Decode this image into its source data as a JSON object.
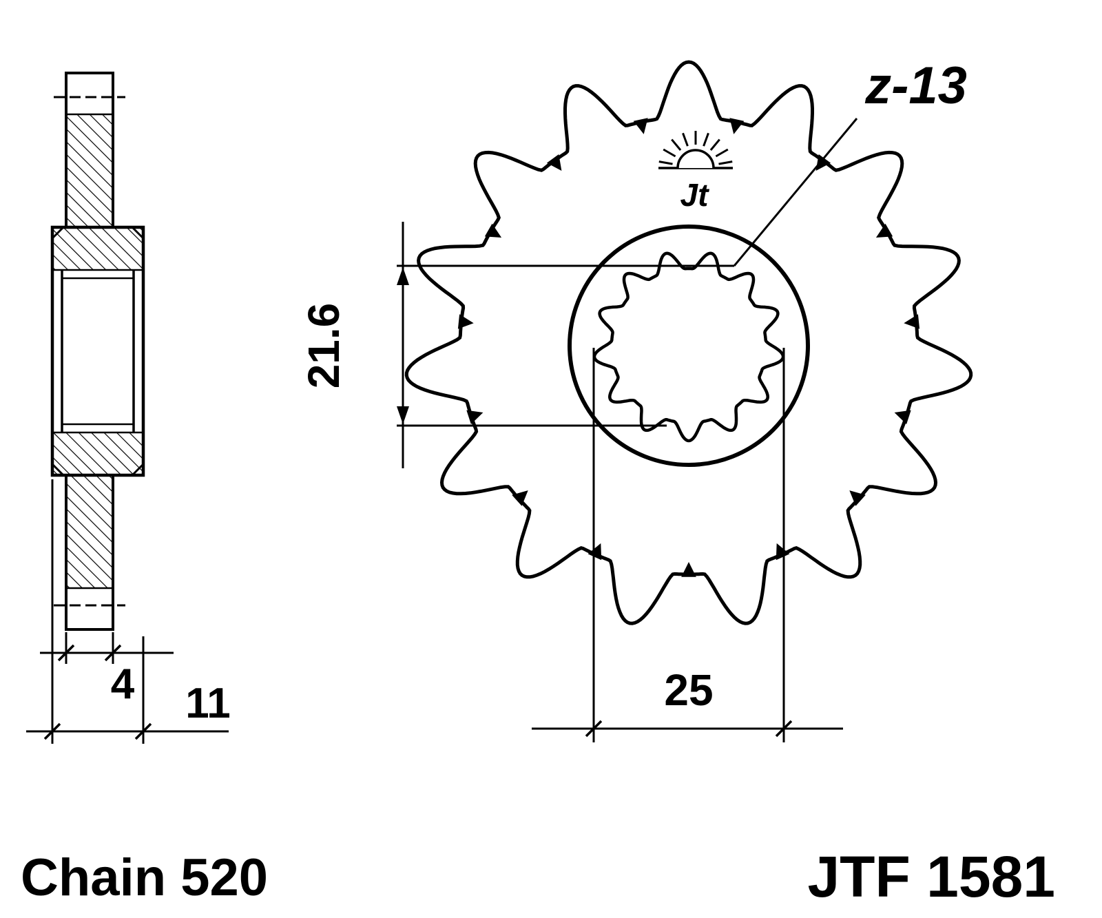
{
  "labels": {
    "spline_count": "z-13",
    "spline_inner_diameter": "21.6",
    "spline_outer_diameter": "25",
    "rim_width": "4",
    "hub_width": "11",
    "chain_size": "Chain 520",
    "part_number": "JTF 1581",
    "logo_text": "Jt"
  },
  "drawing": {
    "sprocket_teeth": 15,
    "spline_teeth": 13,
    "line_color": "#000000",
    "background_color": "#ffffff"
  }
}
